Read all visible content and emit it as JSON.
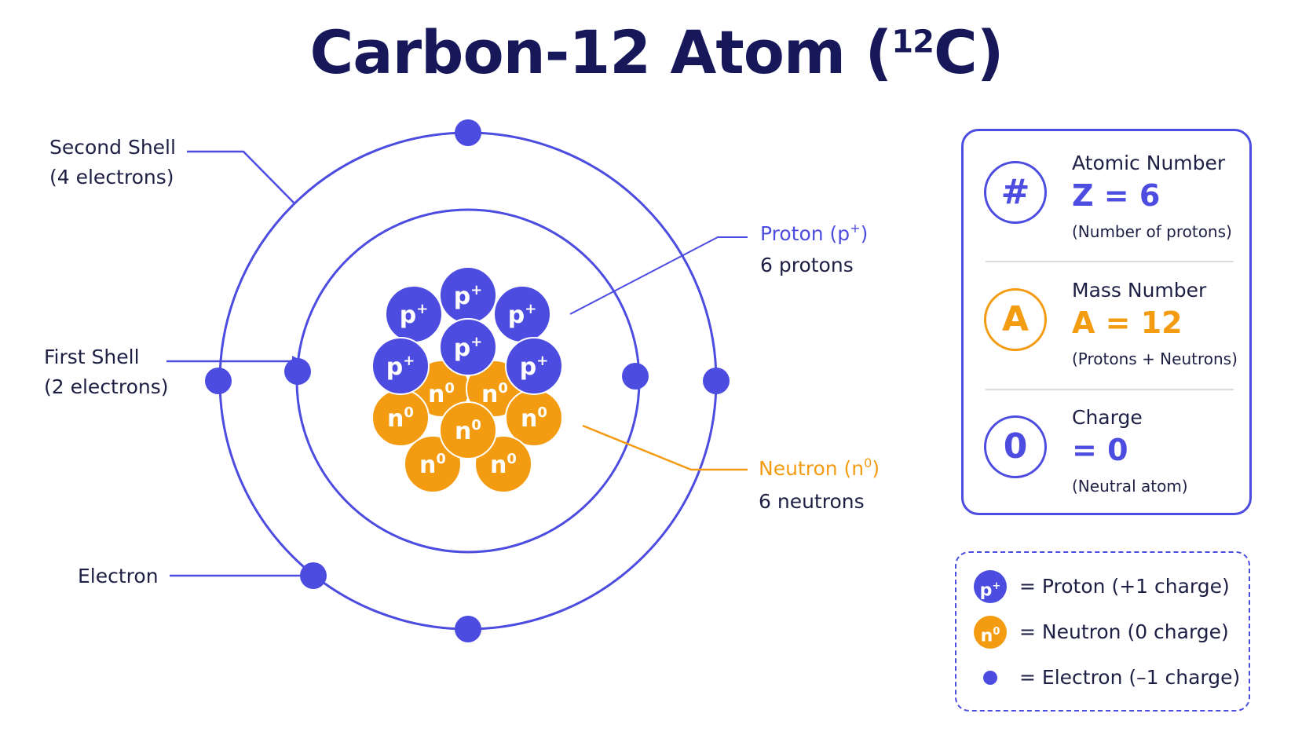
{
  "title": {
    "main": "Carbon-12 Atom (",
    "sup": "12",
    "element": "C",
    "close": ")"
  },
  "colors": {
    "proton": "#4d4ce0",
    "neutron": "#f39c12",
    "text": "#1e1f44",
    "title": "#16185a"
  },
  "labels": {
    "second_shell": {
      "line1": "Second Shell",
      "line2": "(4 electrons)"
    },
    "first_shell": {
      "line1": "First Shell",
      "line2": "(2 electrons)"
    },
    "electron": "Electron",
    "proton": {
      "name": "Proton (p",
      "sup": "+",
      "close": ")",
      "count": "6 protons"
    },
    "neutron": {
      "name": "Neutron (n",
      "sup": "0",
      "close": ")",
      "count": "6 neutrons"
    }
  },
  "particles": {
    "proton_symbol": "p",
    "proton_sup": "+",
    "neutron_symbol": "n",
    "neutron_sup": "0"
  },
  "info": [
    {
      "icon": "#",
      "label": "Atomic Number",
      "value": "Z = 6",
      "note": "(Number of protons)",
      "color": "#4d4ce0"
    },
    {
      "icon": "A",
      "label": "Mass Number",
      "value": "A = 12",
      "note": "(Protons + Neutrons)",
      "color": "#f39c12"
    },
    {
      "icon": "0",
      "label": "Charge",
      "value": "= 0",
      "note": "(Neutral atom)",
      "color": "#4d4ce0"
    }
  ],
  "legend": [
    {
      "symbol": "p",
      "sup": "+",
      "text": "= Proton (+1 charge)"
    },
    {
      "symbol": "n",
      "sup": "0",
      "text": "= Neutron (0 charge)"
    },
    {
      "symbol": "",
      "sup": "",
      "text": "= Electron (–1 charge)"
    }
  ]
}
